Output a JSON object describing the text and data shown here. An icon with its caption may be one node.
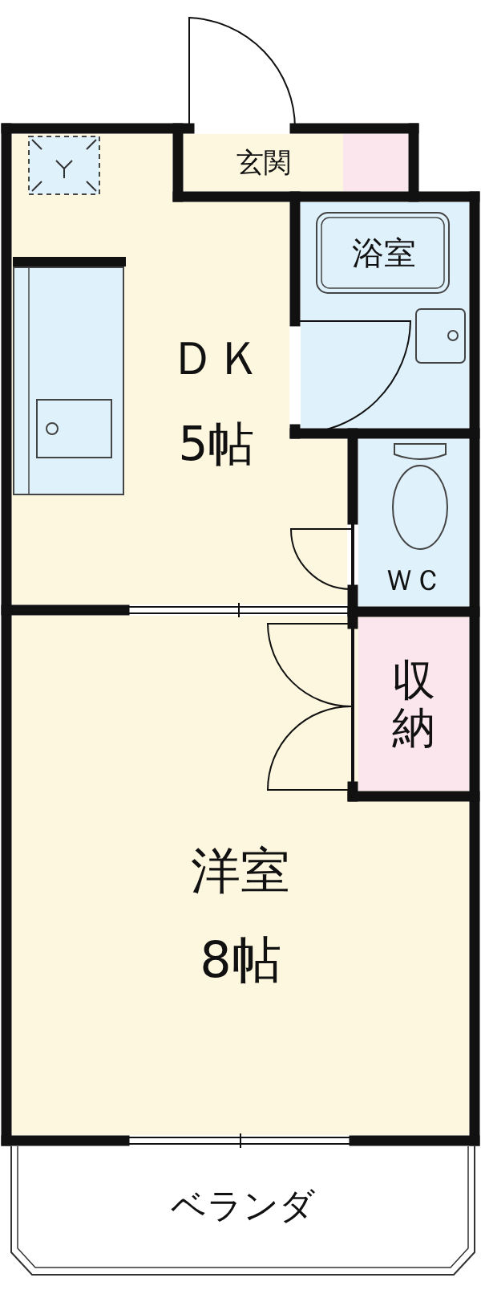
{
  "diagram": {
    "nodes": [
      {
        "text": [
          "玄関"
        ]
      },
      {
        "text": [],
        "shape": "box"
      },
      {
        "text": [
          "浴室"
        ]
      },
      {
        "text": [
          "ＤＫ",
          "5帖"
        ]
      },
      {
        "text": [
          "ＷＣ"
        ]
      },
      {
        "text": [
          "収納"
        ],
        "in": 6
      },
      {
        "text": [
          "洋室",
          "8帖"
        ]
      },
      {
        "text": [
          "ベランダ"
        ]
      }
    ]
  }
}
